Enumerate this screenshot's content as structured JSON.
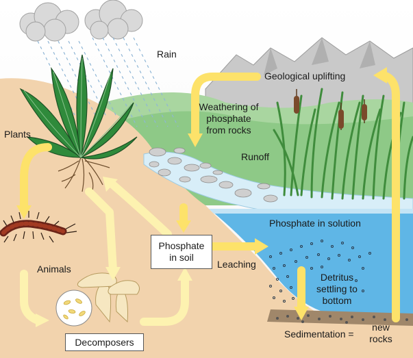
{
  "labels": {
    "rain": "Rain",
    "plants": "Plants",
    "animals": "Animals",
    "decomposers": "Decomposers",
    "phosphate_in_soil_line1": "Phosphate",
    "phosphate_in_soil_line2": "in soil",
    "leaching": "Leaching",
    "geological_uplifting": "Geological uplifting",
    "weathering_line1": "Weathering of",
    "weathering_line2": "phosphate",
    "weathering_line3": "from rocks",
    "runoff": "Runoff",
    "phosphate_in_solution": "Phosphate in solution",
    "detritus_line1": "Detritus",
    "detritus_line2": "settling to",
    "detritus_line3": "bottom",
    "sedimentation": "Sedimentation =",
    "new_rocks_line1": "new",
    "new_rocks_line2": "rocks"
  },
  "colors": {
    "arrow": "#fde26a",
    "arrow_light": "#fdf2b0",
    "soil": "#f2d3ad",
    "water": "#5fb6e6",
    "mountain": "#c9c9c9",
    "hill": "#a9d6a0",
    "leaf": "#2f8a3b",
    "cattail": "#7a4a2b"
  }
}
